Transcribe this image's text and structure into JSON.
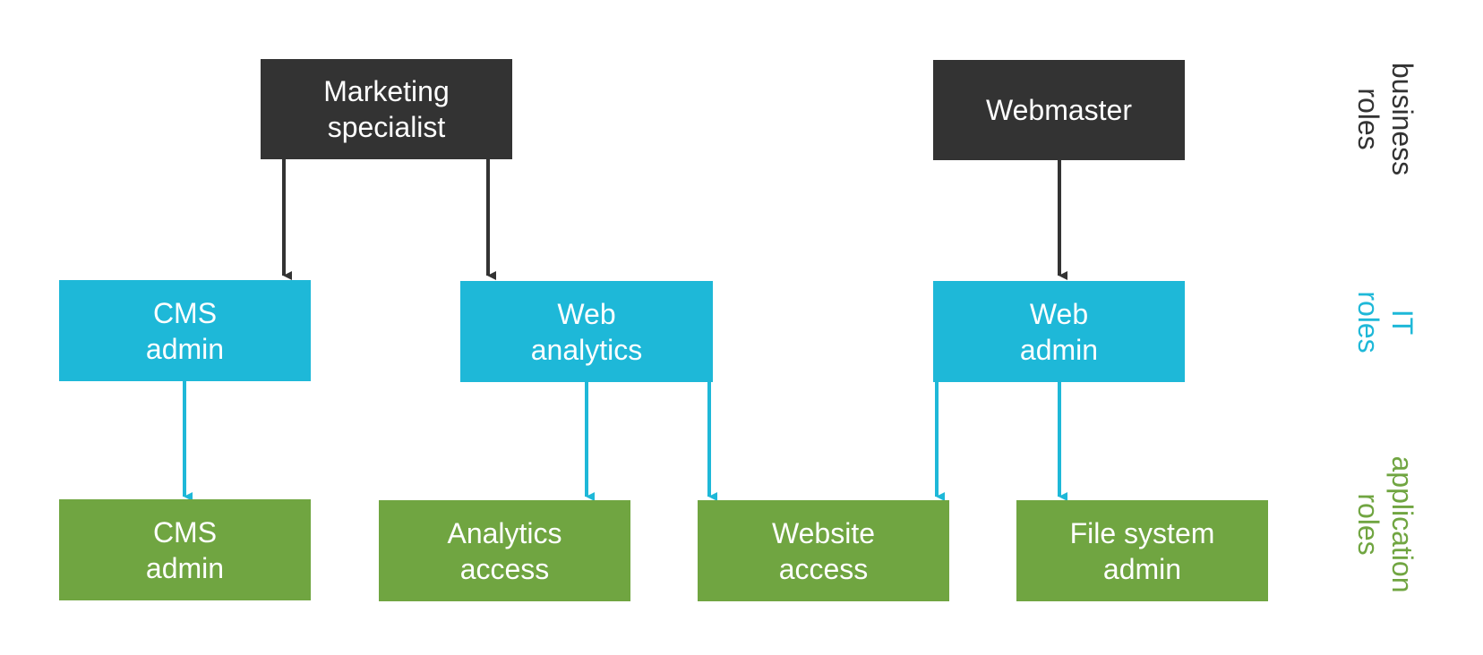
{
  "colors": {
    "business": "#333333",
    "it": "#1eb8d8",
    "application": "#70a541",
    "business_arrow": "#333333",
    "it_arrow": "#1eb8d8"
  },
  "business_roles": {
    "marketing_specialist": "Marketing\nspecialist",
    "webmaster": "Webmaster"
  },
  "it_roles": {
    "cms_admin": "CMS\nadmin",
    "web_analytics": "Web\nanalytics",
    "web_admin": "Web\nadmin"
  },
  "application_roles": {
    "cms_admin": "CMS\nadmin",
    "analytics_access": "Analytics\naccess",
    "website_access": "Website\naccess",
    "file_system_admin": "File system\nadmin"
  },
  "tier_labels": {
    "business": "business\nroles",
    "it": "IT\nroles",
    "application": "application\nroles"
  },
  "connections": [
    {
      "from": "Marketing specialist",
      "to": "CMS admin (IT)"
    },
    {
      "from": "Marketing specialist",
      "to": "Web analytics"
    },
    {
      "from": "Webmaster",
      "to": "Web admin"
    },
    {
      "from": "CMS admin (IT)",
      "to": "CMS admin (application)"
    },
    {
      "from": "Web analytics",
      "to": "Analytics access"
    },
    {
      "from": "Web analytics",
      "to": "Website access"
    },
    {
      "from": "Web admin",
      "to": "Website access"
    },
    {
      "from": "Web admin",
      "to": "File system admin"
    }
  ]
}
